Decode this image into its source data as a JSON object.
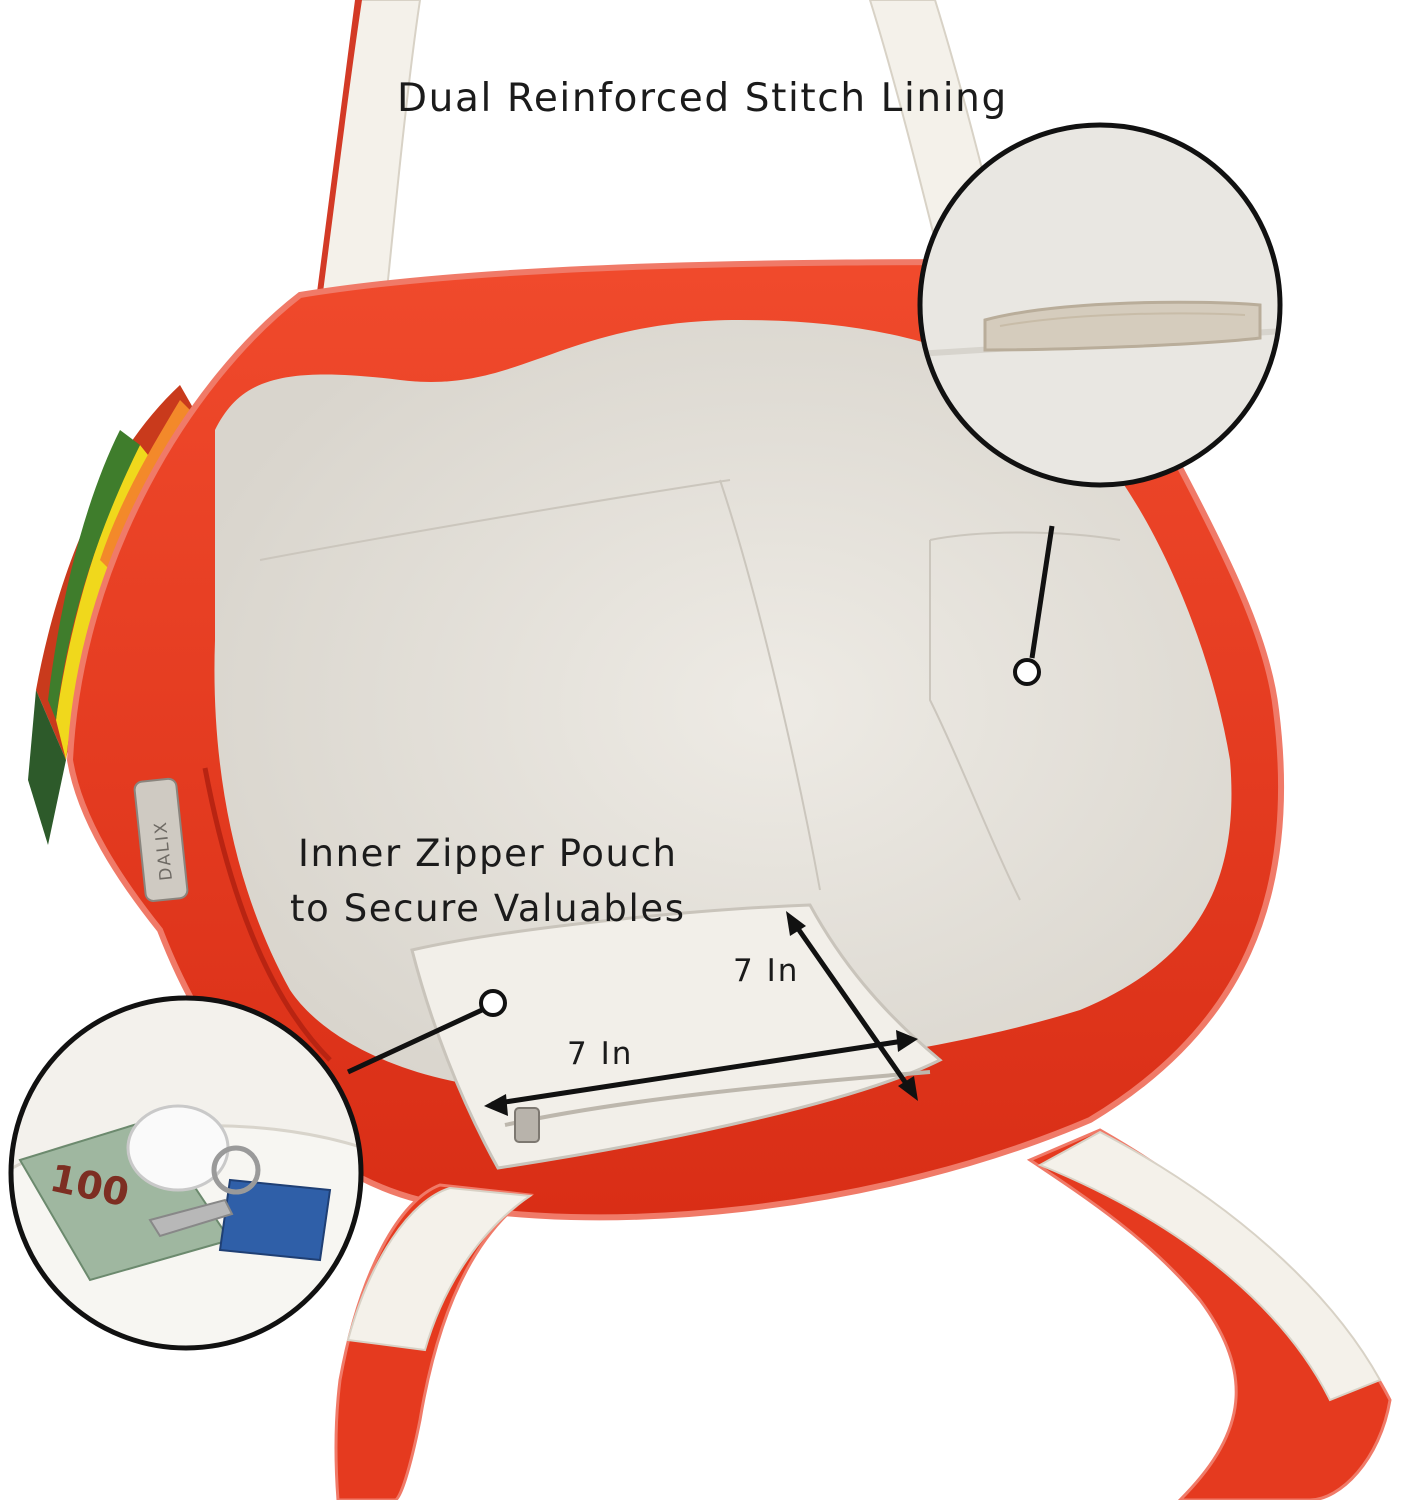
{
  "captions": {
    "stitch_lining": "Dual Reinforced Stitch Lining",
    "pouch_line1": "Inner Zipper Pouch",
    "pouch_line2": "to Secure Valuables"
  },
  "dimensions": {
    "height": "7 In",
    "width": "7 In"
  },
  "brand_tag": "DALIX",
  "banknote_text": "100",
  "colors": {
    "bag_red": "#e8371c",
    "canvas": "#ebe8e2",
    "strap": "#f4f1ea"
  }
}
